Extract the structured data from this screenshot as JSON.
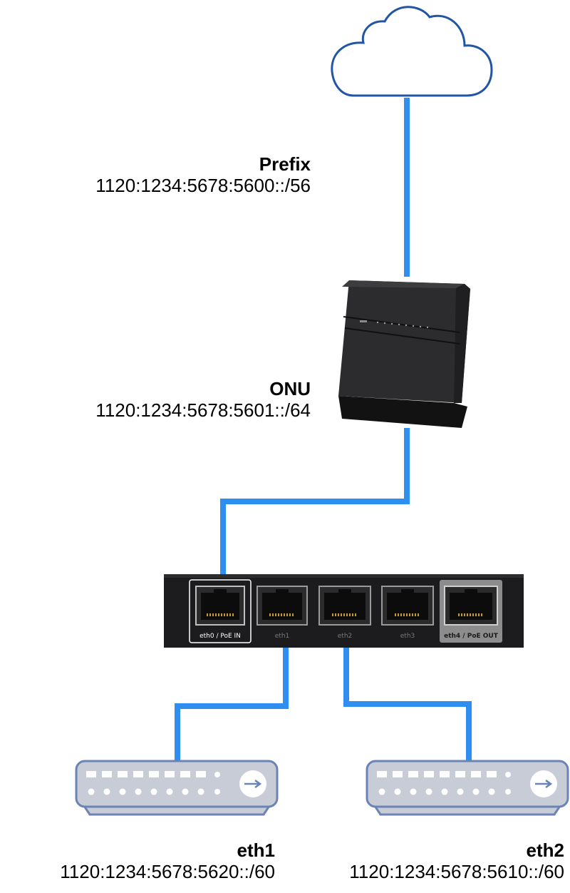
{
  "prefix": {
    "title": "Prefix",
    "value": "1120:1234:5678:5600::/56"
  },
  "onu": {
    "title": "ONU",
    "value": "1120:1234:5678:5601::/64"
  },
  "eth1": {
    "title": "eth1",
    "value": "1120:1234:5678:5620::/60"
  },
  "eth2": {
    "title": "eth2",
    "value": "1120:1234:5678:5610::/60"
  },
  "router_ports": {
    "eth0": "eth0 / PoE IN",
    "eth1": "eth1",
    "eth2": "eth2",
    "eth3": "eth3",
    "eth4": "eth4 / PoE OUT"
  },
  "colors": {
    "link": "#2f8ff0",
    "cloud_stroke": "#2255a4",
    "switch_fill": "#c8ccd6",
    "switch_stroke": "#6b83b5",
    "router_body": "#1c1c1e"
  },
  "icons": {
    "cloud": "cloud-icon",
    "onu": "onu-device-icon",
    "router": "edgerouter-icon",
    "switch": "switch-icon"
  }
}
